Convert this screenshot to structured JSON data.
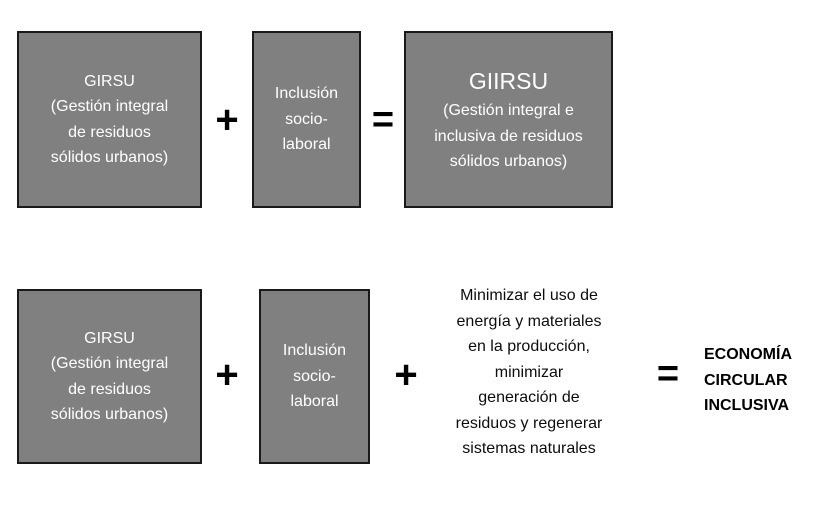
{
  "page": {
    "background_color": "#ffffff",
    "box_fill_color": "#808080",
    "box_border_color": "#1a1a1a",
    "box_text_color": "#ffffff",
    "plain_text_color": "#0d0d0d"
  },
  "row1": {
    "box_girsu": {
      "lines": [
        "GIRSU",
        "(Gestión integral",
        "de residuos",
        "sólidos urbanos)"
      ]
    },
    "operator_plus": "+",
    "box_inclusion": {
      "lines": [
        "Inclusión",
        "socio-",
        "laboral"
      ]
    },
    "operator_equals": "=",
    "box_giirsu": {
      "heading": "GIIRSU",
      "lines": [
        "(Gestión integral e",
        "inclusiva de residuos",
        "sólidos urbanos)"
      ]
    }
  },
  "row2": {
    "box_girsu": {
      "lines": [
        "GIRSU",
        "(Gestión integral",
        "de residuos",
        "sólidos urbanos)"
      ]
    },
    "operator_plus_1": "+",
    "box_inclusion": {
      "lines": [
        "Inclusión",
        "socio-",
        "laboral"
      ]
    },
    "operator_plus_2": "+",
    "text_minimizar": {
      "lines": [
        "Minimizar el uso de",
        "energía y materiales",
        "en la producción,",
        "minimizar",
        "generación de",
        "residuos y regenerar",
        "sistemas naturales"
      ]
    },
    "operator_equals": "=",
    "result": {
      "lines": [
        "ECONOMÍA",
        "CIRCULAR",
        "INCLUSIVA"
      ]
    }
  }
}
